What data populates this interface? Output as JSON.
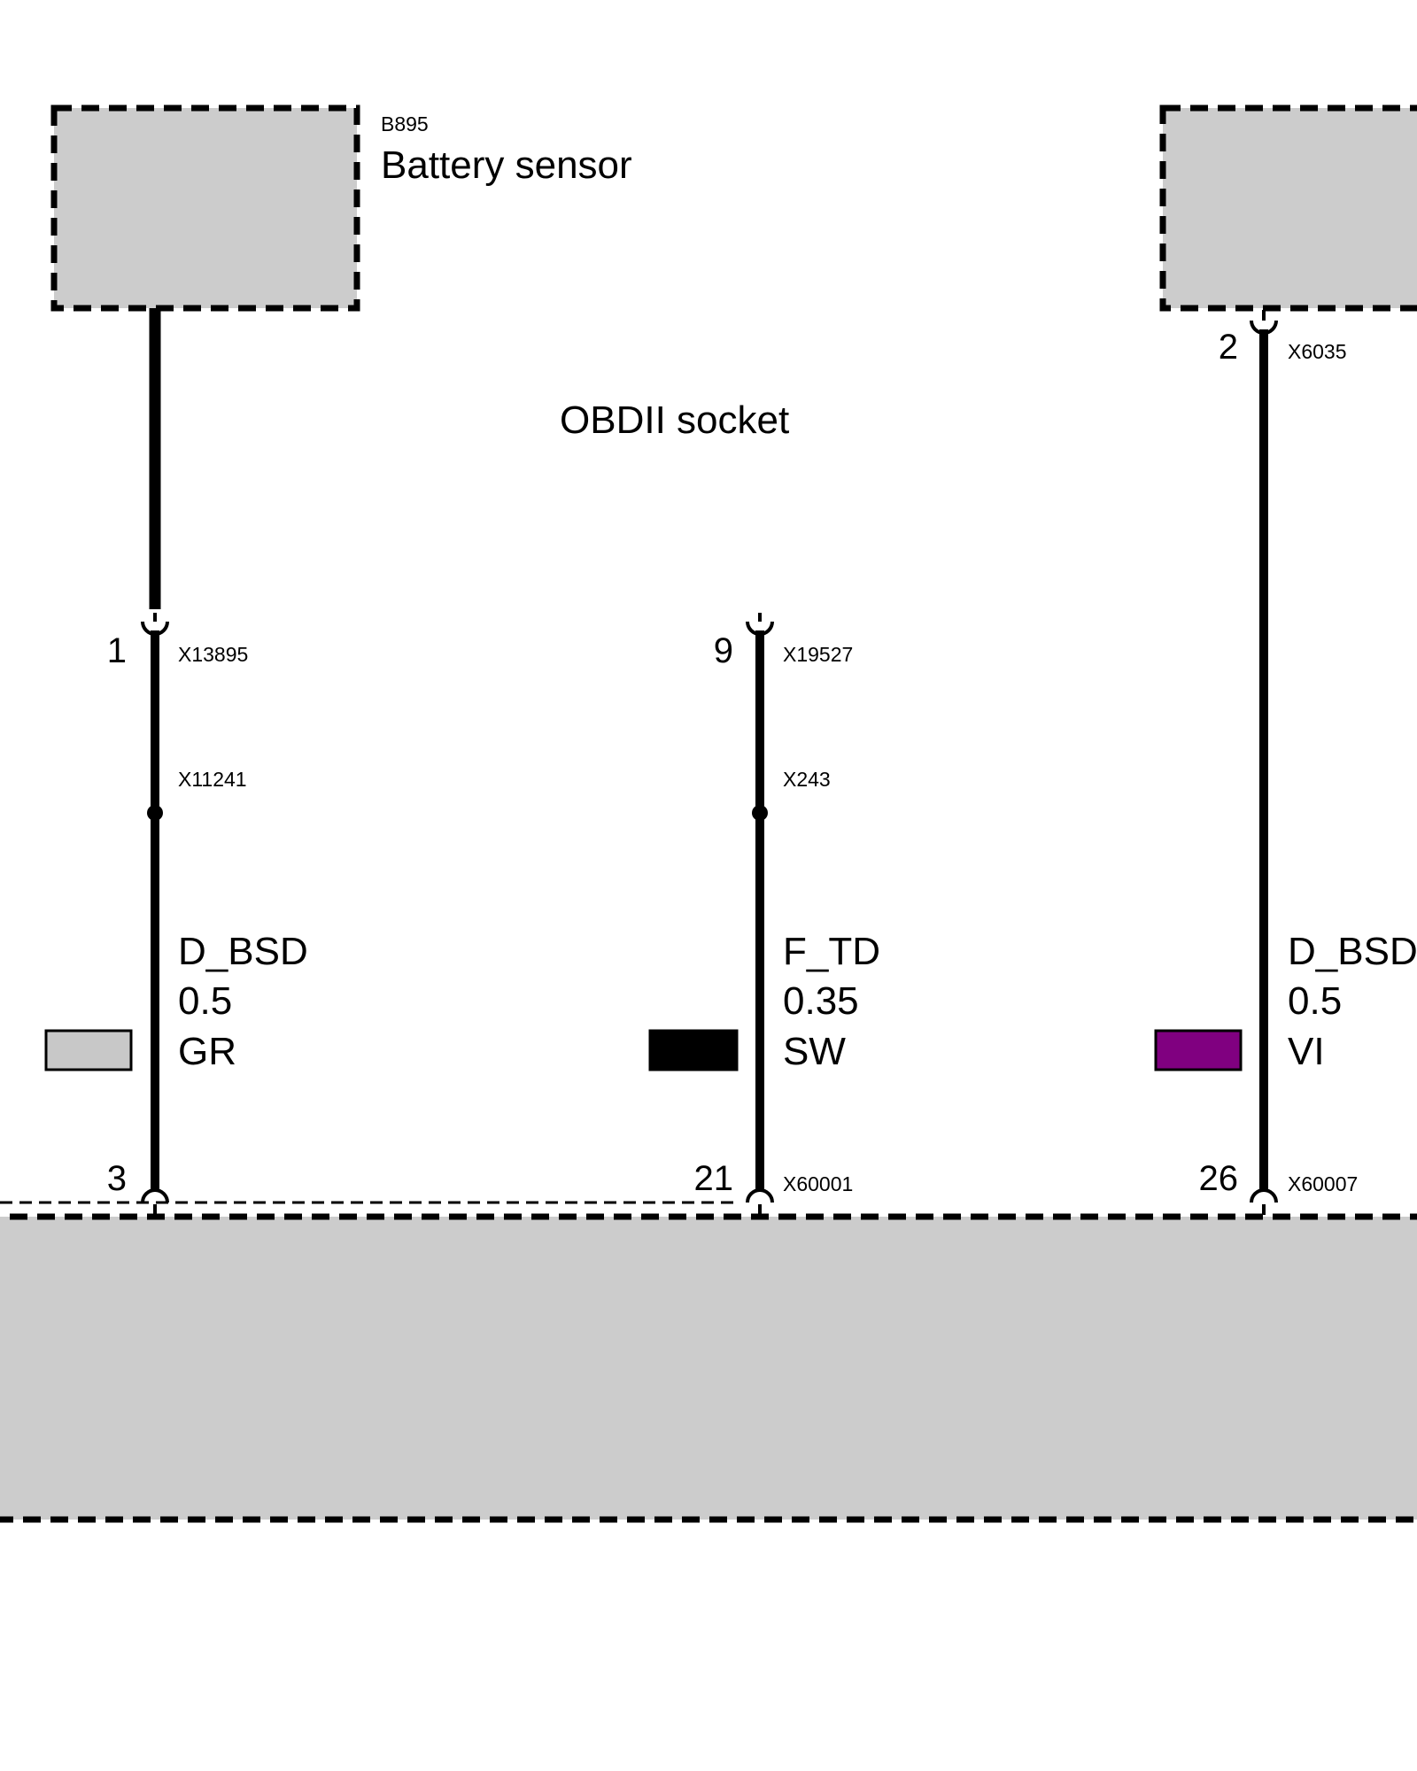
{
  "components": {
    "battery_sensor": {
      "code": "B895",
      "name": "Battery sensor"
    },
    "obd_socket": {
      "name": "OBDII socket"
    }
  },
  "wires": [
    {
      "top_pin": "1",
      "top_connector": "X13895",
      "splice": "X11241",
      "signal": "D_BSD",
      "size": "0.5",
      "color_code": "GR",
      "swatch_color": "#c8c8c8",
      "bottom_pin": "3",
      "bottom_connector": ""
    },
    {
      "top_pin": "9",
      "top_connector": "X19527",
      "splice": "X243",
      "signal": "F_TD",
      "size": "0.35",
      "color_code": "SW",
      "swatch_color": "#000000",
      "bottom_pin": "21",
      "bottom_connector": "X60001"
    },
    {
      "top_pin": "2",
      "top_connector": "X6035",
      "splice": "",
      "signal": "D_BSD",
      "size": "0.5",
      "color_code": "VI",
      "swatch_color": "#800080",
      "bottom_pin": "26",
      "bottom_connector": "X60007"
    }
  ],
  "colors": {
    "component_fill": "#cccccc",
    "wire": "#000000"
  }
}
